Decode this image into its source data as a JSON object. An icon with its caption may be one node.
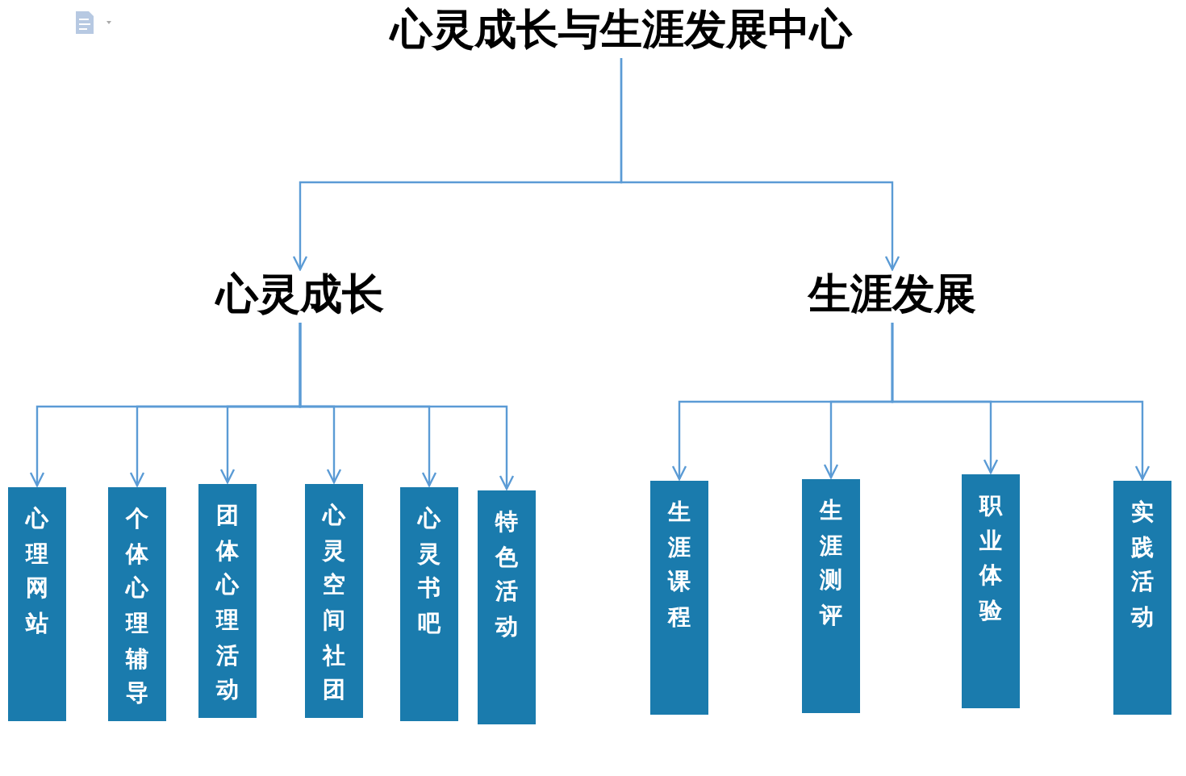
{
  "diagram": {
    "nodes": [
      {
        "text": [
          "心灵成长与生涯发展中心"
        ]
      },
      {
        "text": [
          "心灵成长"
        ]
      },
      {
        "text": [
          "生涯发展"
        ]
      },
      {
        "text": [
          "心理网站"
        ]
      },
      {
        "text": [
          "个体心理辅导"
        ]
      },
      {
        "text": [
          "团体心理活动"
        ]
      },
      {
        "text": [
          "心灵空间社团"
        ]
      },
      {
        "text": [
          "心灵书吧"
        ]
      },
      {
        "text": [
          "特色活动"
        ]
      },
      {
        "text": [
          "生涯课程"
        ]
      },
      {
        "text": [
          "生涯测评"
        ]
      },
      {
        "text": [
          "职业体验"
        ]
      },
      {
        "text": [
          "实践活动"
        ]
      }
    ],
    "edges": [
      {
        "from": 0,
        "to": 1,
        "arrow": "to"
      },
      {
        "from": 0,
        "to": 2,
        "arrow": "to"
      },
      {
        "from": 1,
        "to": 3,
        "arrow": "to"
      },
      {
        "from": 1,
        "to": 4,
        "arrow": "to"
      },
      {
        "from": 1,
        "to": 5,
        "arrow": "to"
      },
      {
        "from": 1,
        "to": 6,
        "arrow": "to"
      },
      {
        "from": 1,
        "to": 7,
        "arrow": "to"
      },
      {
        "from": 1,
        "to": 8,
        "arrow": "to"
      },
      {
        "from": 2,
        "to": 9,
        "arrow": "to"
      },
      {
        "from": 2,
        "to": 10,
        "arrow": "to"
      },
      {
        "from": 2,
        "to": 11,
        "arrow": "to"
      },
      {
        "from": 2,
        "to": 12,
        "arrow": "to"
      }
    ]
  }
}
